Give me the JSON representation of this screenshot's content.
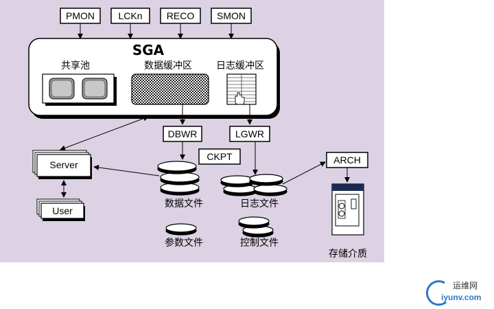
{
  "diagram": {
    "processes": {
      "pmon": "PMON",
      "lckn": "LCKn",
      "reco": "RECO",
      "smon": "SMON",
      "dbwr": "DBWR",
      "lgwr": "LGWR",
      "ckpt": "CKPT",
      "arch": "ARCH"
    },
    "sga": {
      "title": "SGA",
      "shared_pool": "共享池",
      "data_buffer": "数据缓冲区",
      "log_buffer": "日志缓冲区"
    },
    "clients": {
      "server": "Server",
      "user": "User"
    },
    "files": {
      "data_files": "数据文件",
      "log_files": "日志文件",
      "param_files": "参数文件",
      "control_files": "控制文件",
      "storage": "存储介质"
    },
    "watermark": {
      "cn": "运维网",
      "url": "iyunv.com"
    }
  },
  "colors": {
    "panel": "#dcd2e4",
    "box": "#ffffff",
    "stroke": "#000000",
    "watermark": "#2a78c8"
  }
}
